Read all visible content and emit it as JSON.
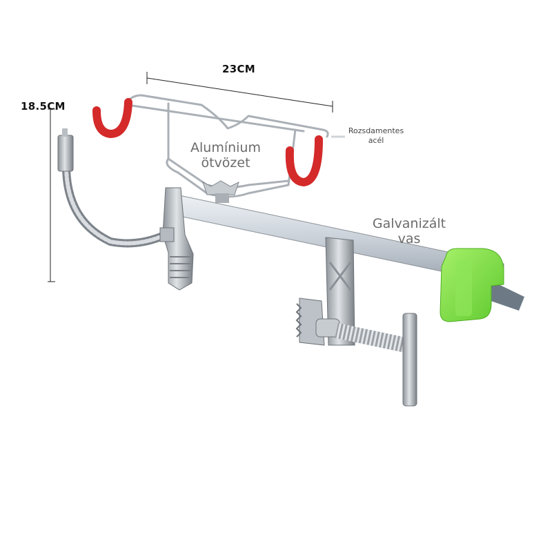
{
  "dimensions": {
    "width": "23CM",
    "height": "18.5CM"
  },
  "materials": {
    "aluminium": [
      "Alumínium",
      "ötvözet"
    ],
    "steel": [
      "Rozsdamentes",
      "acél"
    ],
    "iron": [
      "Galvanizált",
      "vas"
    ]
  },
  "colors": {
    "hook_red": "#d42a2a",
    "clamp_green": "#7ee04a",
    "metal_light": "#d8dde2",
    "metal_dark": "#8a9096"
  }
}
